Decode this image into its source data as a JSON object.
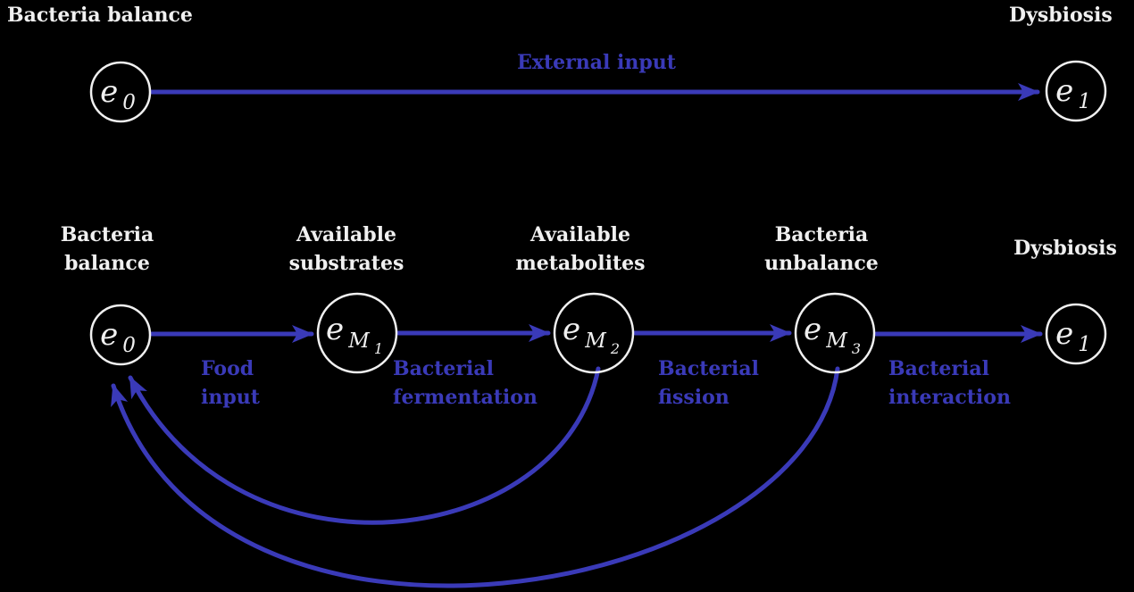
{
  "colors": {
    "background": "#000000",
    "arrow_blue": "#3a3ab8",
    "node_stroke": "#f0f0f0",
    "title_text": "#f0f0f0"
  },
  "top_diagram": {
    "left_node_title": "Bacteria balance",
    "right_node_title": "Dysbiosis",
    "edge_label": "External input",
    "left_node": {
      "base": "e",
      "sub": "0"
    },
    "right_node": {
      "base": "e",
      "sub": "1"
    }
  },
  "bottom_diagram": {
    "nodes": [
      {
        "title1": "Bacteria",
        "title2": "balance",
        "base": "e",
        "sub": "0"
      },
      {
        "title1": "Available",
        "title2": "substrates",
        "base": "e",
        "sub": "M",
        "subsub": "1"
      },
      {
        "title1": "Available",
        "title2": "metabolites",
        "base": "e",
        "sub": "M",
        "subsub": "2"
      },
      {
        "title1": "Bacteria",
        "title2": "unbalance",
        "base": "e",
        "sub": "M",
        "subsub": "3"
      },
      {
        "title1": "Dysbiosis",
        "base": "e",
        "sub": "1"
      }
    ],
    "edges": [
      {
        "label1": "Food",
        "label2": "input"
      },
      {
        "label1": "Bacterial",
        "label2": "fermentation"
      },
      {
        "label1": "Bacterial",
        "label2": "fission"
      },
      {
        "label1": "Bacterial",
        "label2": "interaction"
      }
    ],
    "feedback_arrows": [
      "available-metabolites to bacteria-balance",
      "bacteria-unbalance to bacteria-balance"
    ]
  }
}
